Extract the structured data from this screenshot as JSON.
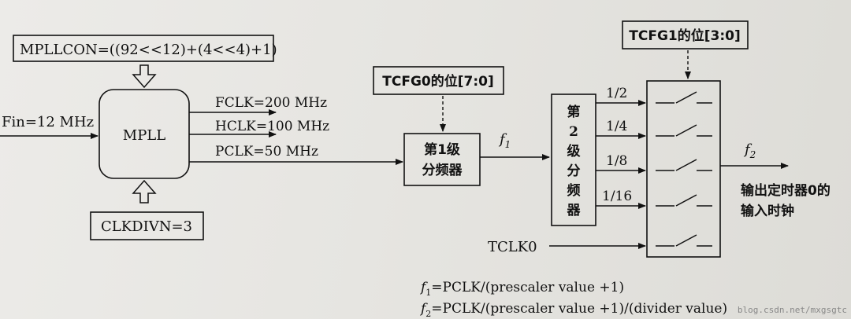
{
  "pll_control": "MPLLCON=((92<<12)+(4<<4)+1)",
  "input_clock": "Fin=12 MHz",
  "pll_block": "MPLL",
  "clock_outputs": [
    "FCLK=200 MHz",
    "HCLK=100 MHz",
    "PCLK=50 MHz"
  ],
  "divn_register": "CLKDIVN=3",
  "tcfg0_label": "TCFG0的位[7:0]",
  "prescaler_block": [
    "第1级",
    "分频器"
  ],
  "f1_label": "f",
  "f1_sub": "1",
  "divider_block": [
    "第",
    "2",
    "级",
    "分",
    "频",
    "器"
  ],
  "divider_ratios": [
    "1/2",
    "1/4",
    "1/8",
    "1/16"
  ],
  "tclk_label": "TCLK0",
  "tcfg1_label": "TCFG1的位[3:0]",
  "f2_label": "f",
  "f2_sub": "2",
  "output_label": [
    "输出定时器0的",
    "输入时钟"
  ],
  "formulas": [
    {
      "sym": "f",
      "sub": "1",
      "text": "=PCLK/(prescaler value +1)"
    },
    {
      "sym": "f",
      "sub": "2",
      "text": "=PCLK/(prescaler value +1)/(divider value)"
    }
  ],
  "watermark": "blog.csdn.net/mxgsgtc"
}
